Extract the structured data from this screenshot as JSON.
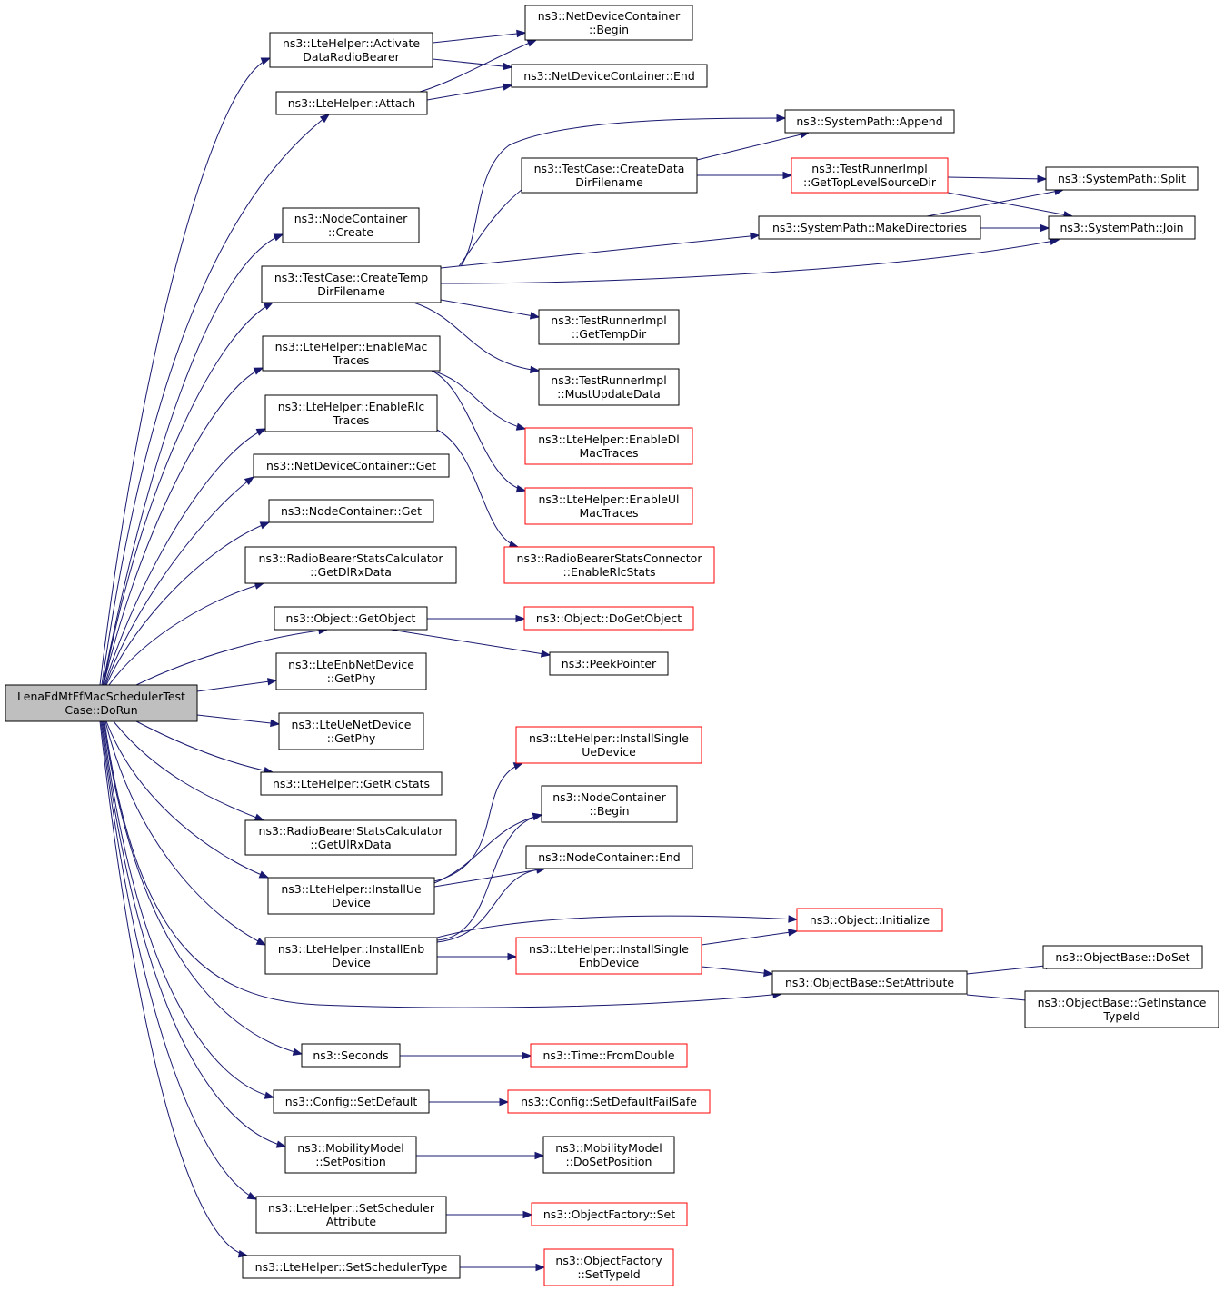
{
  "nodes": {
    "root": [
      "LenaFdMtFfMacSchedulerTest",
      "Case::DoRun"
    ],
    "activate": [
      "ns3::LteHelper::Activate",
      "DataRadioBearer"
    ],
    "attach": [
      "ns3::LteHelper::Attach"
    ],
    "ndc_begin": [
      "ns3::NetDeviceContainer",
      "::Begin"
    ],
    "ndc_end": [
      "ns3::NetDeviceContainer::End"
    ],
    "sp_append": [
      "ns3::SystemPath::Append"
    ],
    "tc_createdata": [
      "ns3::TestCase::CreateData",
      "DirFilename"
    ],
    "tr_gettop": [
      "ns3::TestRunnerImpl",
      "::GetTopLevelSourceDir"
    ],
    "sp_split": [
      "ns3::SystemPath::Split"
    ],
    "nc_create": [
      "ns3::NodeContainer",
      "::Create"
    ],
    "sp_makedirs": [
      "ns3::SystemPath::MakeDirectories"
    ],
    "sp_join": [
      "ns3::SystemPath::Join"
    ],
    "tc_createtemp": [
      "ns3::TestCase::CreateTemp",
      "DirFilename"
    ],
    "tr_gettemp": [
      "ns3::TestRunnerImpl",
      "::GetTempDir"
    ],
    "lh_enablemac": [
      "ns3::LteHelper::EnableMac",
      "Traces"
    ],
    "tr_mustupdate": [
      "ns3::TestRunnerImpl",
      "::MustUpdateData"
    ],
    "lh_enablerlc": [
      "ns3::LteHelper::EnableRlc",
      "Traces"
    ],
    "lh_enabledl": [
      "ns3::LteHelper::EnableDl",
      "MacTraces"
    ],
    "ndc_get": [
      "ns3::NetDeviceContainer::Get"
    ],
    "lh_enableul": [
      "ns3::LteHelper::EnableUl",
      "MacTraces"
    ],
    "nc_get": [
      "ns3::NodeContainer::Get"
    ],
    "rbsc_getdl": [
      "ns3::RadioBearerStatsCalculator",
      "::GetDlRxData"
    ],
    "rbscon_enable": [
      "ns3::RadioBearerStatsConnector",
      "::EnableRlcStats"
    ],
    "obj_getobject": [
      "ns3::Object::GetObject"
    ],
    "obj_dogetobject": [
      "ns3::Object::DoGetObject"
    ],
    "peekpointer": [
      "ns3::PeekPointer"
    ],
    "enb_getphy": [
      "ns3::LteEnbNetDevice",
      "::GetPhy"
    ],
    "ue_getphy": [
      "ns3::LteUeNetDevice",
      "::GetPhy"
    ],
    "lh_installsingleue": [
      "ns3::LteHelper::InstallSingle",
      "UeDevice"
    ],
    "lh_getrlc": [
      "ns3::LteHelper::GetRlcStats"
    ],
    "nc_begin": [
      "ns3::NodeContainer",
      "::Begin"
    ],
    "rbsc_getul": [
      "ns3::RadioBearerStatsCalculator",
      "::GetUlRxData"
    ],
    "nc_end": [
      "ns3::NodeContainer::End"
    ],
    "lh_installue": [
      "ns3::LteHelper::InstallUe",
      "Device"
    ],
    "obj_initialize": [
      "ns3::Object::Initialize"
    ],
    "lh_installenb": [
      "ns3::LteHelper::InstallEnb",
      "Device"
    ],
    "lh_installsingleenb": [
      "ns3::LteHelper::InstallSingle",
      "EnbDevice"
    ],
    "ob_doset": [
      "ns3::ObjectBase::DoSet"
    ],
    "ob_setattr": [
      "ns3::ObjectBase::SetAttribute"
    ],
    "ob_getinstance": [
      "ns3::ObjectBase::GetInstance",
      "TypeId"
    ],
    "seconds": [
      "ns3::Seconds"
    ],
    "time_fromdouble": [
      "ns3::Time::FromDouble"
    ],
    "cfg_setdefault": [
      "ns3::Config::SetDefault"
    ],
    "cfg_setdefaultfs": [
      "ns3::Config::SetDefaultFailSafe"
    ],
    "mm_setpos": [
      "ns3::MobilityModel",
      "::SetPosition"
    ],
    "mm_dosetpos": [
      "ns3::MobilityModel",
      "::DoSetPosition"
    ],
    "lh_setschedattr": [
      "ns3::LteHelper::SetScheduler",
      "Attribute"
    ],
    "of_set": [
      "ns3::ObjectFactory::Set"
    ],
    "lh_setschedtype": [
      "ns3::LteHelper::SetSchedulerType"
    ],
    "of_settypeid": [
      "ns3::ObjectFactory",
      "::SetTypeId"
    ]
  },
  "colors": {
    "edge": "#191970",
    "node_border": "#000000",
    "node_border_incomplete": "#ff0000",
    "root_fill": "#bfbfbf"
  }
}
